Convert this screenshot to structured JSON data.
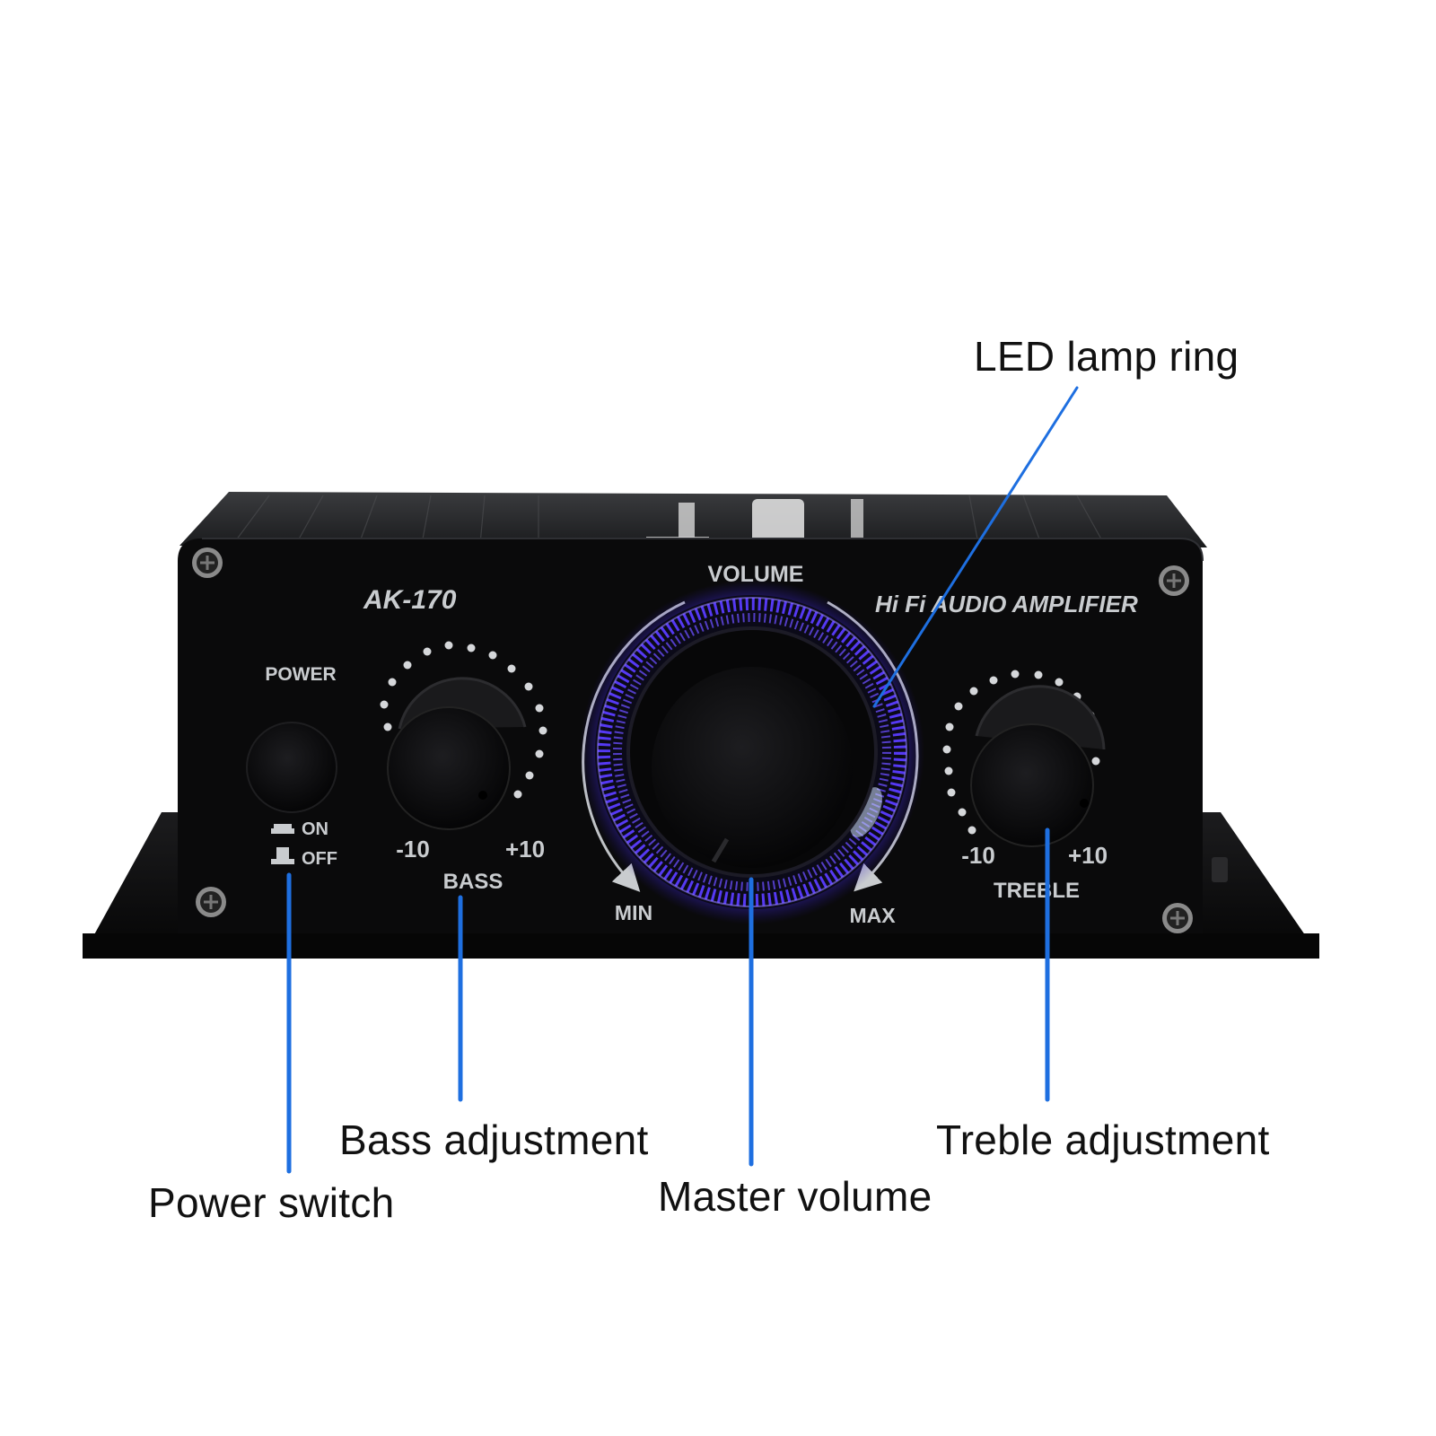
{
  "product": {
    "model": "AK-170",
    "brand_line": "Hi Fi AUDIO AMPLIFIER",
    "type": "mini stereo audio amplifier, front view",
    "chassis_color": "#0b0b0c",
    "led_color": "#5a3cff",
    "panel_text_color": "#c9cccf"
  },
  "panel": {
    "power": {
      "label": "POWER",
      "on_label": "ON",
      "off_label": "OFF"
    },
    "bass": {
      "label": "BASS",
      "min": "-10",
      "max": "+10"
    },
    "volume": {
      "label": "VOLUME",
      "min": "MIN",
      "max": "MAX"
    },
    "treble": {
      "label": "TREBLE",
      "min": "-10",
      "max": "+10"
    }
  },
  "callouts": {
    "led_ring": "LED lamp ring",
    "power_switch": "Power switch",
    "bass": "Bass adjustment",
    "master_volume": "Master volume",
    "treble": "Treble adjustment",
    "line_color": "#1e6fe0"
  }
}
